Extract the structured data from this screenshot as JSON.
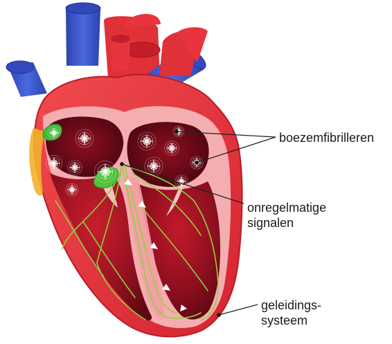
{
  "diagram": {
    "labels": {
      "atrial_fibrillation": "boezemfibrilleren",
      "irregular_signals_line1": "onregelmatige",
      "irregular_signals_line2": "signalen",
      "conduction_system_line1": "geleidings-",
      "conduction_system_line2": "systeem"
    },
    "colors": {
      "heart_wall": "#e8343c",
      "heart_wall_light": "#f2a4a6",
      "chamber_dark": "#7a0e1a",
      "vein_blue": "#3a55c8",
      "conduction_green": "#8fd13f",
      "node_green": "#3fb93a",
      "leader_line": "#222222"
    },
    "icons": [
      "spark-icon",
      "sinoatrial-node-icon",
      "av-node-icon"
    ]
  }
}
